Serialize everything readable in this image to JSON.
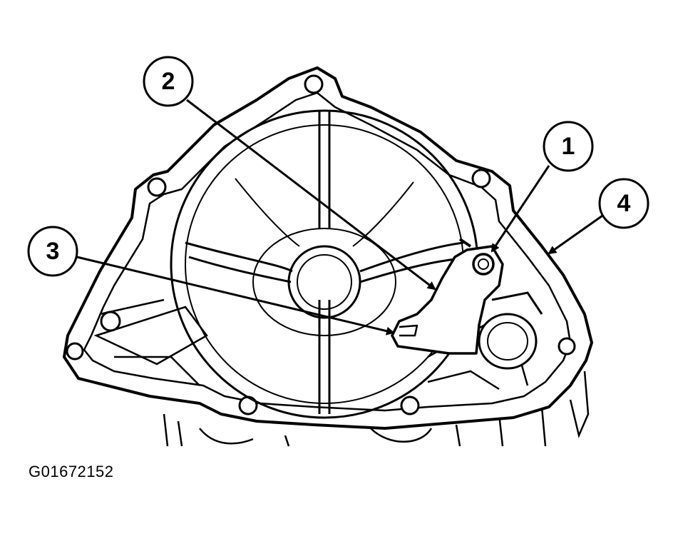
{
  "figure_id": "G01672152",
  "callouts": [
    {
      "label": "1"
    },
    {
      "label": "2"
    },
    {
      "label": "3"
    },
    {
      "label": "4"
    }
  ],
  "colors": {
    "line": "#000000",
    "background": "#ffffff"
  }
}
